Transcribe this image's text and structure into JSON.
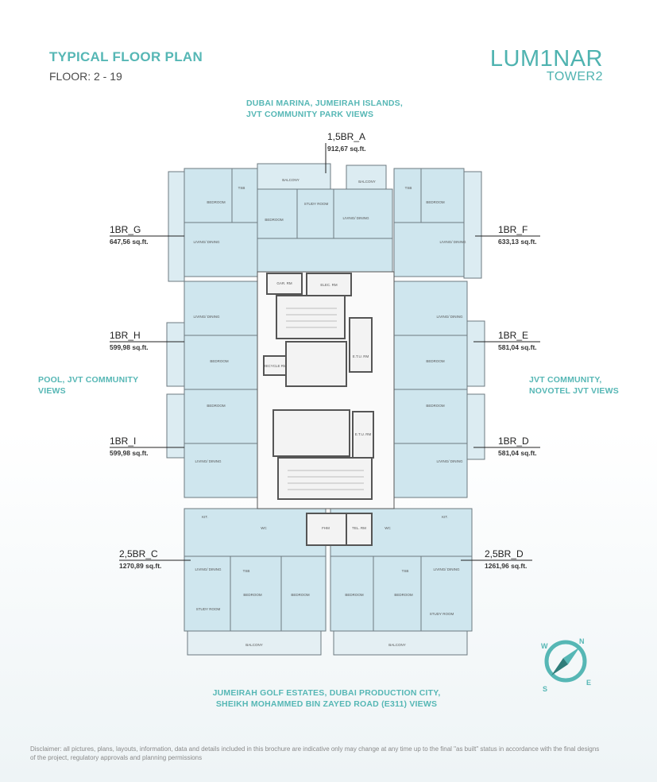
{
  "header": {
    "title": "TYPICAL FLOOR PLAN",
    "floor": "FLOOR: 2 - 19",
    "brand_line1": "LUM1NAR",
    "brand_line2": "TOWER2"
  },
  "views": {
    "north_line1": "DUBAI MARINA, JUMEIRAH ISLANDS,",
    "north_line2": "JVT COMMUNITY PARK VIEWS",
    "west_line1": "POOL, JVT COMMUNITY",
    "west_line2": "VIEWS",
    "east_line1": "JVT COMMUNITY,",
    "east_line2": "NOVOTEL JVT VIEWS",
    "south_line1": "JUMEIRAH GOLF ESTATES, DUBAI PRODUCTION CITY,",
    "south_line2": "SHEIKH MOHAMMED BIN ZAYED ROAD (E311) VIEWS"
  },
  "units": [
    {
      "name": "1,5BR_A",
      "size": "912,67 sq.ft."
    },
    {
      "name": "1BR_G",
      "size": "647,56 sq.ft."
    },
    {
      "name": "1BR_F",
      "size": "633,13 sq.ft."
    },
    {
      "name": "1BR_H",
      "size": "599,98 sq.ft."
    },
    {
      "name": "1BR_E",
      "size": "581,04 sq.ft."
    },
    {
      "name": "1BR_I",
      "size": "599,98 sq.ft."
    },
    {
      "name": "1BR_D",
      "size": "581,04 sq.ft."
    },
    {
      "name": "2,5BR_C",
      "size": "1270,89 sq.ft."
    },
    {
      "name": "2,5BR_D",
      "size": "1261,96 sq.ft."
    }
  ],
  "rooms": {
    "balcony": "BALCONY",
    "bedroom": "BEDROOM",
    "living": "LIVING/ DINING",
    "kit": "KIT.",
    "tsb": "TSB",
    "study": "STUDY ROOM",
    "wc": "WC",
    "gar": "GAR. RM",
    "elec": "ELEC. RM",
    "recycle": "RECYCLE RM",
    "etu": "E.T.U. RM",
    "fhm": "FHM",
    "tel": "TEL. RM"
  },
  "compass": {
    "n": "N",
    "s": "S",
    "e": "E",
    "w": "W"
  },
  "colors": {
    "accent": "#56b7b5",
    "unit_fill": "#cfe6ee",
    "wall": "#555555"
  },
  "disclaimer": "Disclaimer: all pictures, plans, layouts, information, data and details included in this brochure are indicative only may change at any time up to the final \"as built\" status in accordance with the final designs of the project, regulatory approvals and planning permissions"
}
